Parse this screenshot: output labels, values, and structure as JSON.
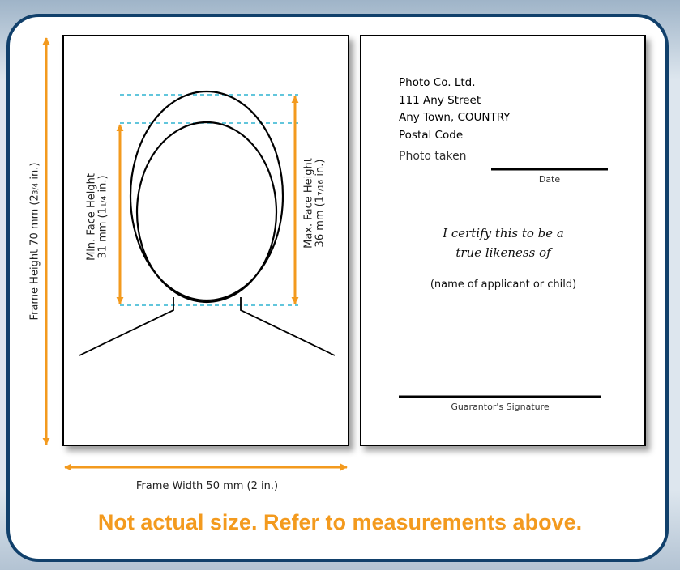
{
  "labels": {
    "frame_height_main": "Frame Height 70 mm (2",
    "frame_height_frac": "3/4",
    "frame_height_tail": " in.)",
    "min_face_title": "Min. Face Height",
    "min_face_main": "31 mm (1",
    "min_face_frac": "1/4",
    "min_face_tail": " in.)",
    "max_face_title": "Max. Face Height",
    "max_face_main": "36 mm (1",
    "max_face_frac": "7/16",
    "max_face_tail": " in.)",
    "frame_width": "Frame Width 50 mm (2 in.)"
  },
  "back": {
    "address": [
      "Photo Co. Ltd.",
      "111 Any Street",
      "Any Town, COUNTRY",
      "Postal Code"
    ],
    "photo_taken": "Photo taken",
    "date": "Date",
    "certify_line1": "I certify this to be a",
    "certify_line2": "true likeness of",
    "applicant": "(name of applicant or child)",
    "signature": "Guarantor's Signature"
  },
  "footer": "Not actual size. Refer to measurements above.",
  "colors": {
    "frame_border": "#11406b",
    "arrow": "#f39a1e",
    "guide": "#2fb4d0",
    "footer_text": "#f39a1e"
  }
}
